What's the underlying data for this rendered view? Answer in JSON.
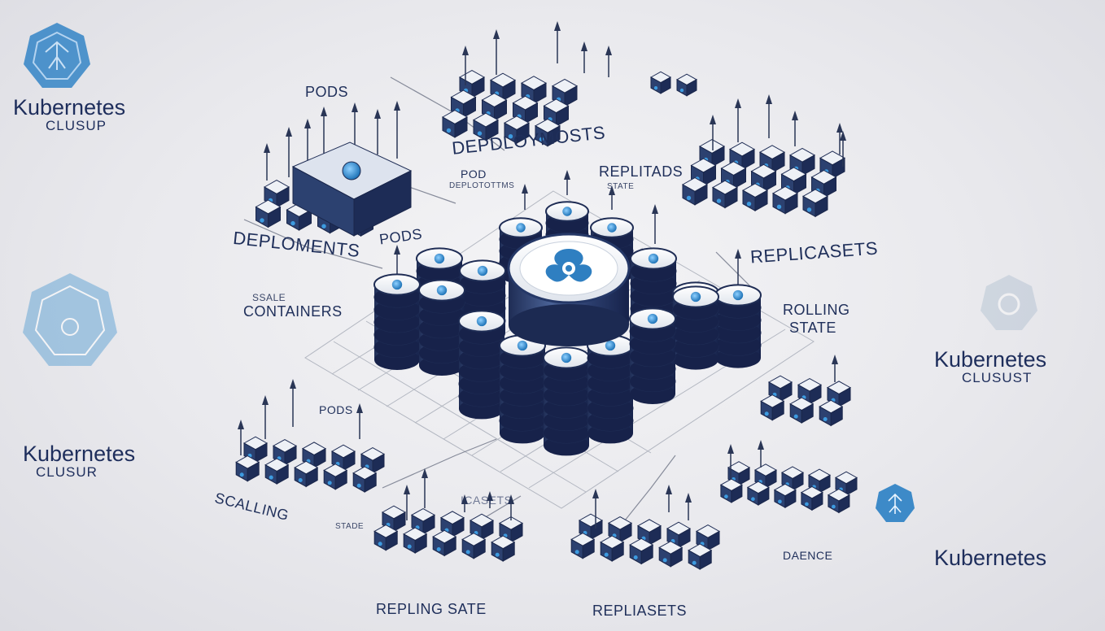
{
  "labels": {
    "pods_top": "PODS",
    "deployments_top": "DEPDLOYMOSTS",
    "replitads": "REPLITADS",
    "state_small": "STATE",
    "pod": "POD",
    "deploy_small": "DEPLOTOTTMS",
    "deployments_left": "DEPLOMENTS",
    "pods_mid": "PODS",
    "replicasets_right": "REPLICASETS",
    "scalable": "SSALE",
    "containers": "CONTAINERS",
    "rolling": "ROLLING",
    "state_right": "STATE",
    "pods_bottom": "PODS",
    "scalling": "SCALLING",
    "state_bottom": "STADE",
    "replicasets_bottom_small": "ICASETS",
    "daence": "DAENCE",
    "repling_sate": "REPLING SATE",
    "repliasets": "REPLIASETS"
  },
  "brands": {
    "top_left": {
      "title": "Kubernetes",
      "sub": "CLUSUP"
    },
    "mid_right": {
      "title": "Kubernetes",
      "sub": "CLUSUST"
    },
    "mid_left": {
      "title": "Kubernetes",
      "sub": "CLUSUR"
    },
    "bottom_right": {
      "title": "Kubernetes"
    }
  },
  "colors": {
    "navy": "#1f2f5a",
    "cube_top": "#f3f5f9",
    "cube_side": "#2b3f6e",
    "accent_blue": "#2f86c9",
    "logo_blue": "#3b8fc5"
  }
}
